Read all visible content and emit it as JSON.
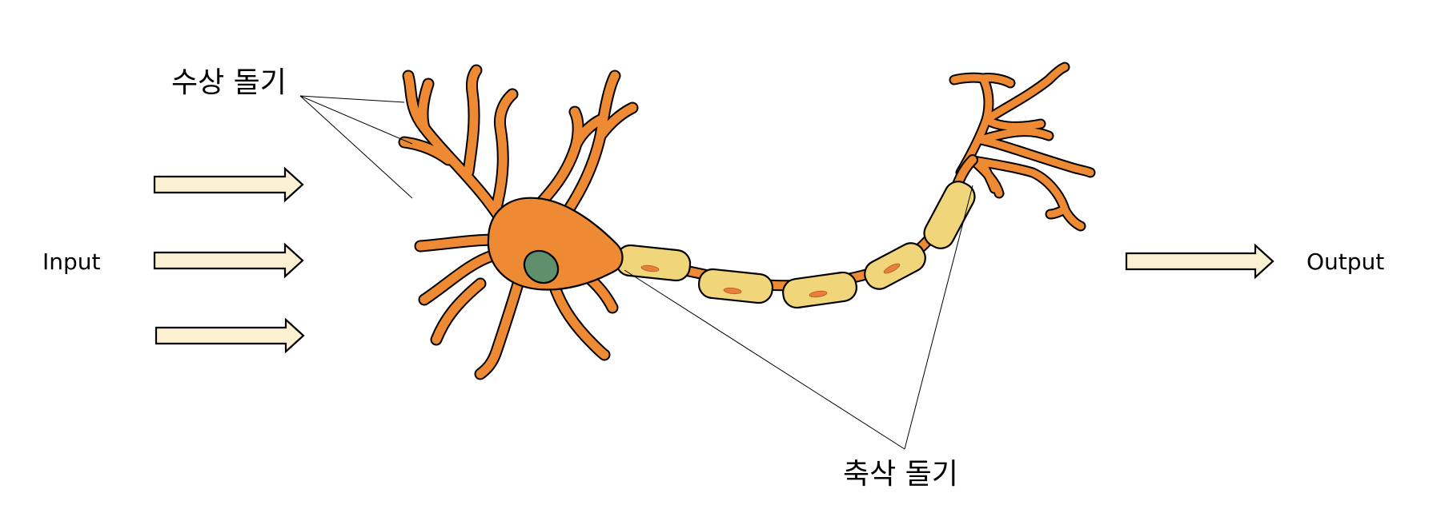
{
  "labels": {
    "dendrites": "수상 돌기",
    "axon": "축삭 돌기",
    "input": "Input",
    "output": "Output"
  },
  "colors": {
    "neuron_body": "#EE8A34",
    "myelin": "#F0D57A",
    "myelin_mark": "#E97F3C",
    "nucleus": "#5F8F6C",
    "arrow_fill": "#FBF1D2",
    "outline": "#000000"
  },
  "icons": {
    "input_arrows": "right-arrow-icon",
    "output_arrow": "right-arrow-icon"
  }
}
